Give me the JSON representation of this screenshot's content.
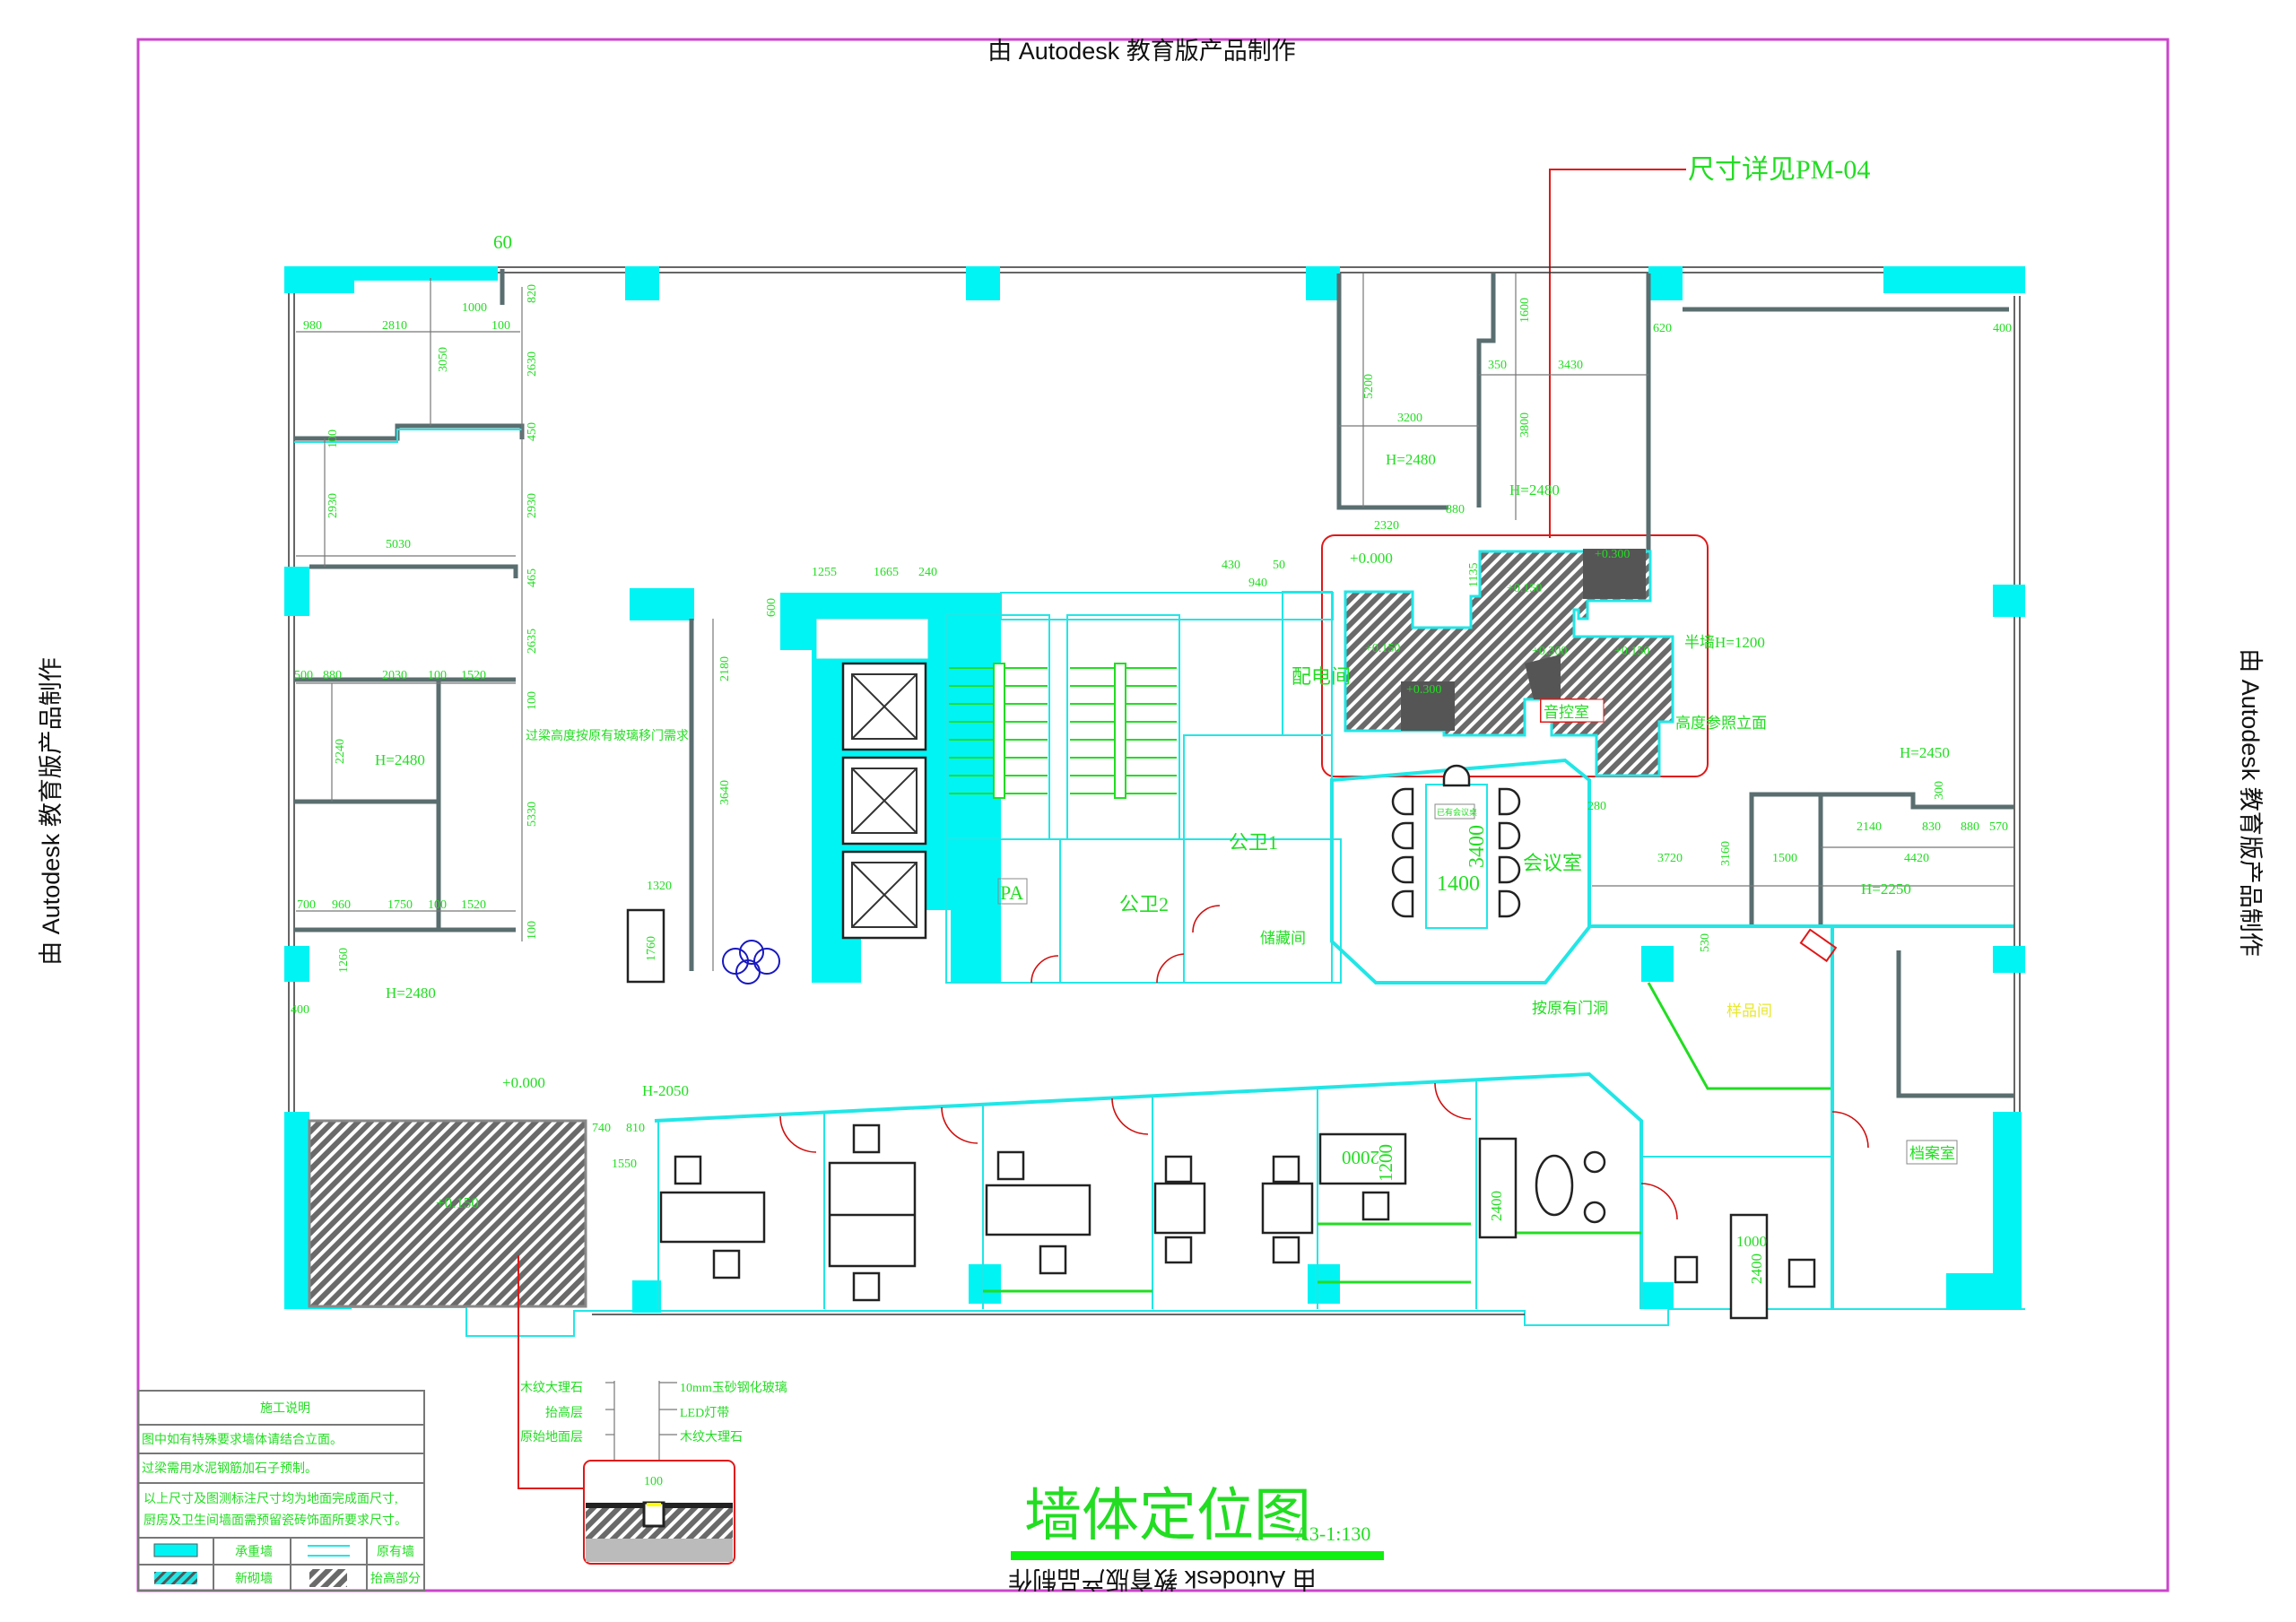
{
  "watermark": "由 Autodesk 教育版产品制作",
  "title": {
    "main": "墙体定位图",
    "scale": "A3-1:130"
  },
  "callout_pm04": "尺寸详见PM-04",
  "rooms": {
    "power_room": "配电间",
    "pa": "PA",
    "restroom_1": "公卫1",
    "restroom_2": "公卫2",
    "storage": "储藏间",
    "av_control": "音控室",
    "meeting_room": "会议室",
    "existing_table": "已有会议桌",
    "sample_room": "样品间",
    "archive_room": "档案室"
  },
  "annotations": {
    "beam_note": "过梁高度按原有玻璃移门需求",
    "half_wall": "半墙H=1200",
    "height_ref": "高度参照立面",
    "orig_door": "按原有门洞",
    "h2480_a": "H=2480",
    "h2480_b": "H=2480",
    "h2480_c": "H=2480",
    "h2480_d": "H=2480",
    "h2050": "H-2050",
    "h2450": "H=2450",
    "h2250": "H=2250"
  },
  "elevations": {
    "e0": "+0.000",
    "e1": "+0.000",
    "e2": "+0.150",
    "e3": "+0.150",
    "e4": "+0.150",
    "e5": "+0.150",
    "e6": "+0.300",
    "e7": "+0.300",
    "e8": "+0.300"
  },
  "dims": [
    "980",
    "2810",
    "1000",
    "100",
    "820",
    "3050",
    "2630",
    "450",
    "100",
    "2930",
    "2930",
    "5030",
    "465",
    "2635",
    "500",
    "880",
    "2030",
    "100",
    "1520",
    "100",
    "2240",
    "5330",
    "700",
    "960",
    "1750",
    "100",
    "1520",
    "100",
    "1260",
    "400",
    "60",
    "2180",
    "3640",
    "600",
    "1320",
    "1760",
    "1255",
    "1665",
    "240",
    "430",
    "50",
    "940",
    "5200",
    "3200",
    "1600",
    "350",
    "3430",
    "3800",
    "2320",
    "880",
    "620",
    "400",
    "1135",
    "280",
    "300",
    "2140",
    "830",
    "880",
    "570",
    "3720",
    "3160",
    "1500",
    "4420",
    "530",
    "740",
    "810",
    "1550",
    "1200",
    "2000",
    "2400",
    "1000",
    "2400",
    "1400",
    "3400",
    "100"
  ],
  "notes": {
    "header": "施工说明",
    "line1": "图中如有特殊要求墙体请结合立面。",
    "line2": "过梁需用水泥钢筋加石子预制。",
    "line3a": "以上尺寸及图测标注尺寸均为地面完成面尺寸,",
    "line3b": "厨房及卫生间墙面需预留瓷砖饰面所要求尺寸。"
  },
  "legend": {
    "bearing_wall": "承重墙",
    "existing_wall": "原有墙",
    "new_wall": "新砌墙",
    "raised_part": "抬高部分"
  },
  "detail": {
    "left": [
      "木纹大理石",
      "抬高层",
      "原始地面层"
    ],
    "right": [
      "10mm玉砂钢化玻璃",
      "LED灯带",
      "木纹大理石"
    ],
    "width": "100"
  },
  "colors": {
    "wall": "#22e6e6",
    "text": "#22dd22",
    "frame": "#cc44cc",
    "callout": "#e01818"
  }
}
